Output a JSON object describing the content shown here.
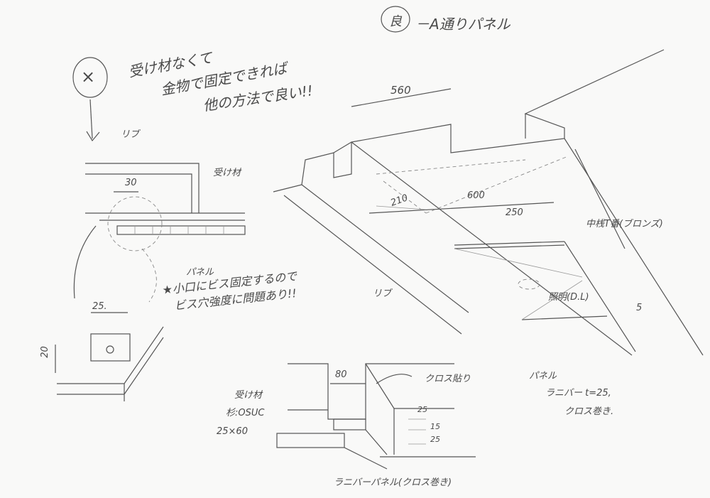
{
  "title": {
    "mark": "良",
    "text": "－A通りパネル"
  },
  "note_top": {
    "mark": "×",
    "line1": "受け材なくて",
    "line2": "金物で固定できれば",
    "line3": "他の方法で良い!!"
  },
  "left_detail": {
    "rib": "リブ",
    "dim_30": "30",
    "receiver": "受け材",
    "panel": "パネル",
    "dim_25": "25.",
    "dim_20": "20"
  },
  "warning": {
    "line1": "★小口にビス固定するので",
    "line2": "ビス穴強度に問題あり!!"
  },
  "perspective": {
    "dim_560": "560",
    "dim_210": "210",
    "dim_600": "600",
    "dim_250": "250",
    "rib": "リブ",
    "hinge": "中桟T番(ブロンズ)",
    "light": "照明(D.L)",
    "dim_5": "5",
    "panel_line1": "パネル",
    "panel_line2": "ラニバー t=25,",
    "panel_line3": "クロス巻き."
  },
  "section": {
    "dim_80": "80",
    "cloth": "クロス貼り",
    "recv_line1": "受け材",
    "recv_line2": "杉:OSUC",
    "recv_line3": "25×60",
    "dim_a": "25",
    "dim_b": "15",
    "dim_c": "25",
    "panel": "ラニバーパネル(クロス巻き)"
  }
}
